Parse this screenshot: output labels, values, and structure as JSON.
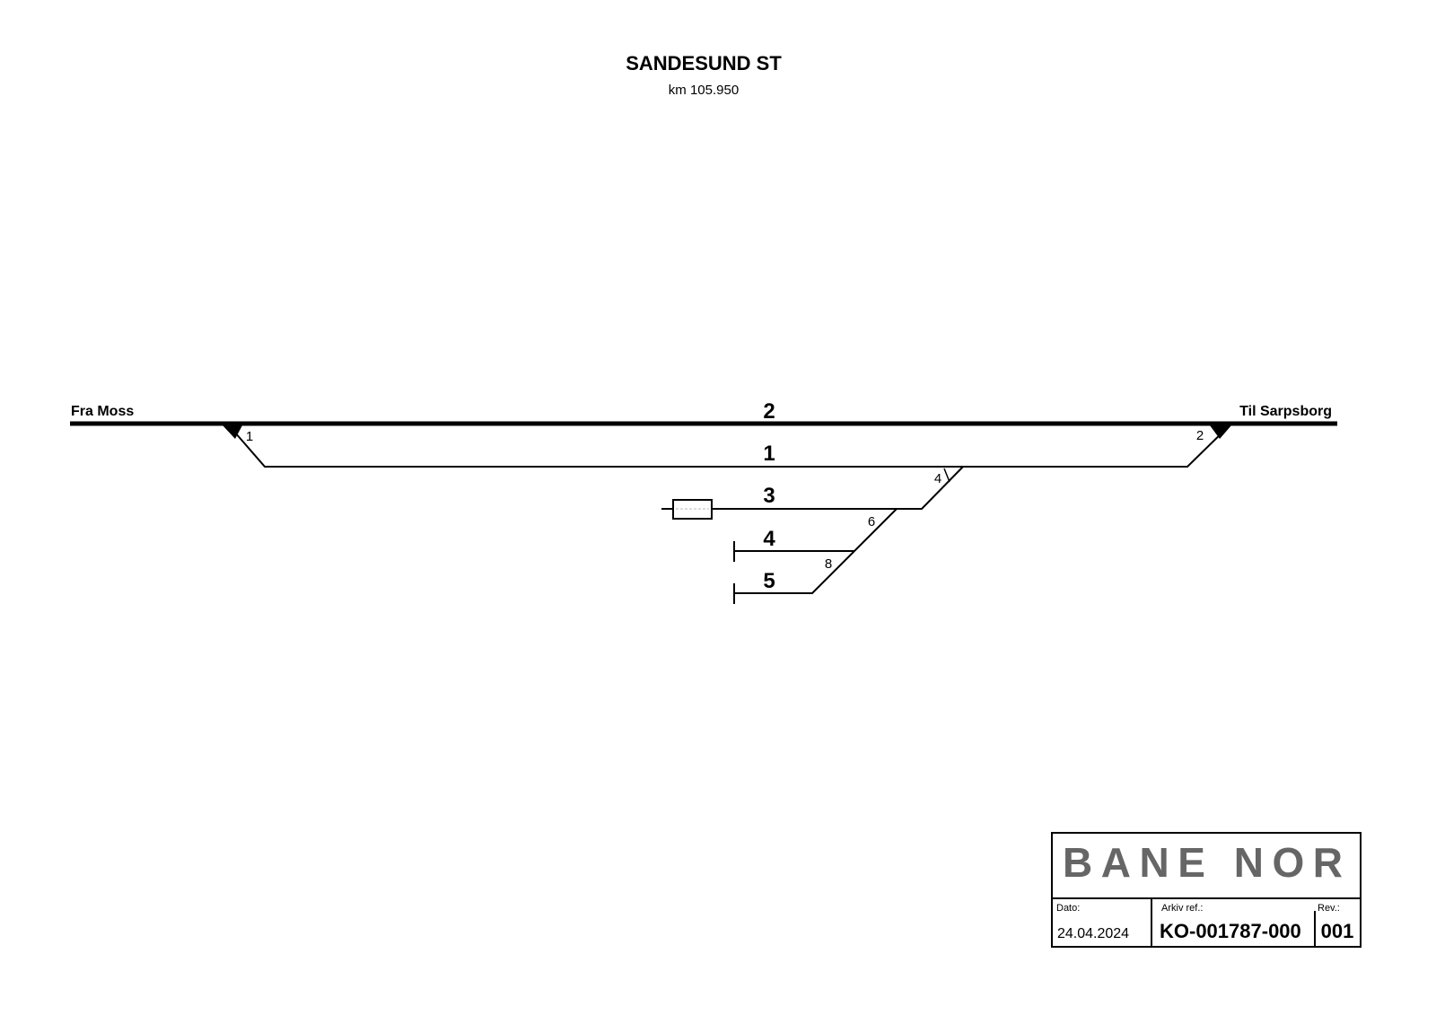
{
  "header": {
    "title": "SANDESUND ST",
    "subtitle": "km 105.950"
  },
  "directions": {
    "left": "Fra Moss",
    "right": "Til Sarpsborg"
  },
  "tracks": [
    "2",
    "1",
    "3",
    "4",
    "5"
  ],
  "switches": [
    "1",
    "2",
    "4",
    "6",
    "8"
  ],
  "title_block": {
    "logo": "BANE NOR",
    "logo_color": "#666666",
    "date_label": "Dato:",
    "date": "24.04.2024",
    "archive_label": "Arkiv ref.:",
    "archive_ref": "KO-001787-000",
    "rev_label": "Rev.:",
    "rev": "001"
  }
}
